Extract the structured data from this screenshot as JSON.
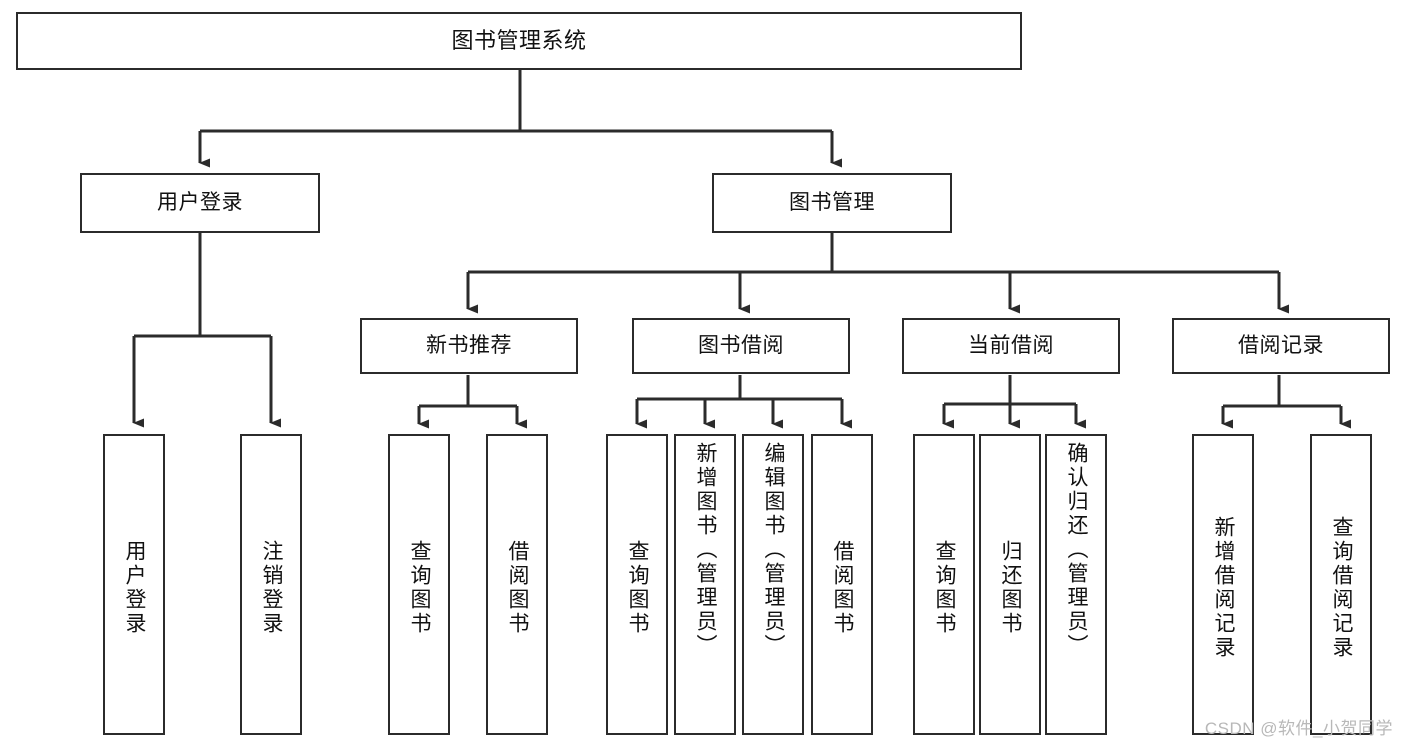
{
  "diagram": {
    "title": "图书管理系统",
    "type": "tree",
    "watermark": "CSDN @软件_小贺同学",
    "colors": {
      "node_border": "#2b2b2b",
      "node_fill": "#ffffff",
      "edge": "#2b2b2b",
      "text": "#111111",
      "watermark": "#b8b8b8",
      "background": "#ffffff"
    },
    "nodes": {
      "root": {
        "label": "图书管理系统"
      },
      "level2": [
        {
          "id": "user-login",
          "label": "用户登录"
        },
        {
          "id": "book-manage",
          "label": "图书管理"
        }
      ],
      "level3": [
        {
          "id": "new-book-recommend",
          "label": "新书推荐"
        },
        {
          "id": "book-borrow",
          "label": "图书借阅"
        },
        {
          "id": "current-borrow",
          "label": "当前借阅"
        },
        {
          "id": "borrow-record",
          "label": "借阅记录"
        }
      ],
      "leaves": {
        "user-login": [
          {
            "id": "leaf-user-login",
            "label": "用户登录"
          },
          {
            "id": "leaf-logout",
            "label": "注销登录"
          }
        ],
        "new-book-recommend": [
          {
            "id": "leaf-query-book-1",
            "label": "查询图书"
          },
          {
            "id": "leaf-borrow-book-1",
            "label": "借阅图书"
          }
        ],
        "book-borrow": [
          {
            "id": "leaf-query-book-2",
            "label": "查询图书"
          },
          {
            "id": "leaf-add-book",
            "label": "新增图书（管理员）"
          },
          {
            "id": "leaf-edit-book",
            "label": "编辑图书（管理员）"
          },
          {
            "id": "leaf-borrow-book-2",
            "label": "借阅图书"
          }
        ],
        "current-borrow": [
          {
            "id": "leaf-query-book-3",
            "label": "查询图书"
          },
          {
            "id": "leaf-return-book",
            "label": "归还图书"
          },
          {
            "id": "leaf-confirm-return",
            "label": "确认归还（管理员）"
          }
        ],
        "borrow-record": [
          {
            "id": "leaf-add-record",
            "label": "新增借阅记录"
          },
          {
            "id": "leaf-query-record",
            "label": "查询借阅记录"
          }
        ]
      }
    },
    "edges": [
      {
        "from": "root",
        "to": "user-login"
      },
      {
        "from": "root",
        "to": "book-manage"
      },
      {
        "from": "user-login",
        "to": "leaf-user-login"
      },
      {
        "from": "user-login",
        "to": "leaf-logout"
      },
      {
        "from": "book-manage",
        "to": "new-book-recommend"
      },
      {
        "from": "book-manage",
        "to": "book-borrow"
      },
      {
        "from": "book-manage",
        "to": "current-borrow"
      },
      {
        "from": "book-manage",
        "to": "borrow-record"
      },
      {
        "from": "new-book-recommend",
        "to": "leaf-query-book-1"
      },
      {
        "from": "new-book-recommend",
        "to": "leaf-borrow-book-1"
      },
      {
        "from": "book-borrow",
        "to": "leaf-query-book-2"
      },
      {
        "from": "book-borrow",
        "to": "leaf-add-book"
      },
      {
        "from": "book-borrow",
        "to": "leaf-edit-book"
      },
      {
        "from": "book-borrow",
        "to": "leaf-borrow-book-2"
      },
      {
        "from": "current-borrow",
        "to": "leaf-query-book-3"
      },
      {
        "from": "current-borrow",
        "to": "leaf-return-book"
      },
      {
        "from": "current-borrow",
        "to": "leaf-confirm-return"
      },
      {
        "from": "borrow-record",
        "to": "leaf-add-record"
      },
      {
        "from": "borrow-record",
        "to": "leaf-query-record"
      }
    ]
  }
}
